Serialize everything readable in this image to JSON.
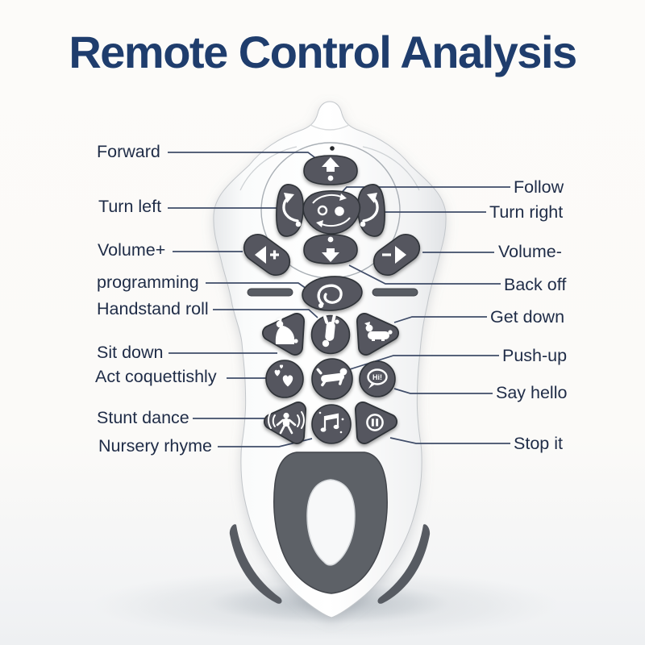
{
  "title": {
    "text": "Remote Control Analysis"
  },
  "labels": {
    "left": [
      {
        "id": "forward",
        "text": "Forward"
      },
      {
        "id": "turn-left",
        "text": "Turn left"
      },
      {
        "id": "volume-plus",
        "text": "Volume+"
      },
      {
        "id": "programming",
        "text": "programming"
      },
      {
        "id": "handstand-roll",
        "text": "Handstand roll"
      },
      {
        "id": "sit-down",
        "text": "Sit down"
      },
      {
        "id": "act-coquettishly",
        "text": "Act coquettishly"
      },
      {
        "id": "stunt-dance",
        "text": "Stunt dance"
      },
      {
        "id": "nursery-rhyme",
        "text": "Nursery rhyme"
      }
    ],
    "right": [
      {
        "id": "follow",
        "text": "Follow"
      },
      {
        "id": "turn-right",
        "text": "Turn right"
      },
      {
        "id": "volume-minus",
        "text": "Volume-"
      },
      {
        "id": "back-off",
        "text": "Back off"
      },
      {
        "id": "get-down",
        "text": "Get down"
      },
      {
        "id": "push-up",
        "text": "Push-up"
      },
      {
        "id": "say-hello",
        "text": "Say hello"
      },
      {
        "id": "stop-it",
        "text": "Stop it"
      }
    ]
  },
  "remote": {
    "hi_bubble_text": "Hi!",
    "button_icons": [
      "forward-arrow-icon",
      "turn-left-arrow-icon",
      "follow-eyes-icon",
      "turn-right-arrow-icon",
      "back-arrow-icon",
      "volume-plus-speaker-icon",
      "volume-minus-speaker-icon",
      "programming-loop-icon",
      "sit-down-dog-icon",
      "handstand-roll-dog-icon",
      "get-down-dog-icon",
      "coquettish-hearts-icon",
      "push-up-dog-icon",
      "say-hello-bubble-icon",
      "stunt-dance-figure-icon",
      "nursery-rhyme-notes-icon",
      "stop-pause-icon"
    ]
  },
  "colors": {
    "title": "#1f3d6d",
    "label": "#1f2c47",
    "line": "#3f4c68",
    "button": "#54575e",
    "button_stroke": "#2f3237",
    "icon": "#ffffff",
    "body_edge": "#c2c6ca",
    "grip": "#575b62",
    "background": "#fbfaf8"
  }
}
